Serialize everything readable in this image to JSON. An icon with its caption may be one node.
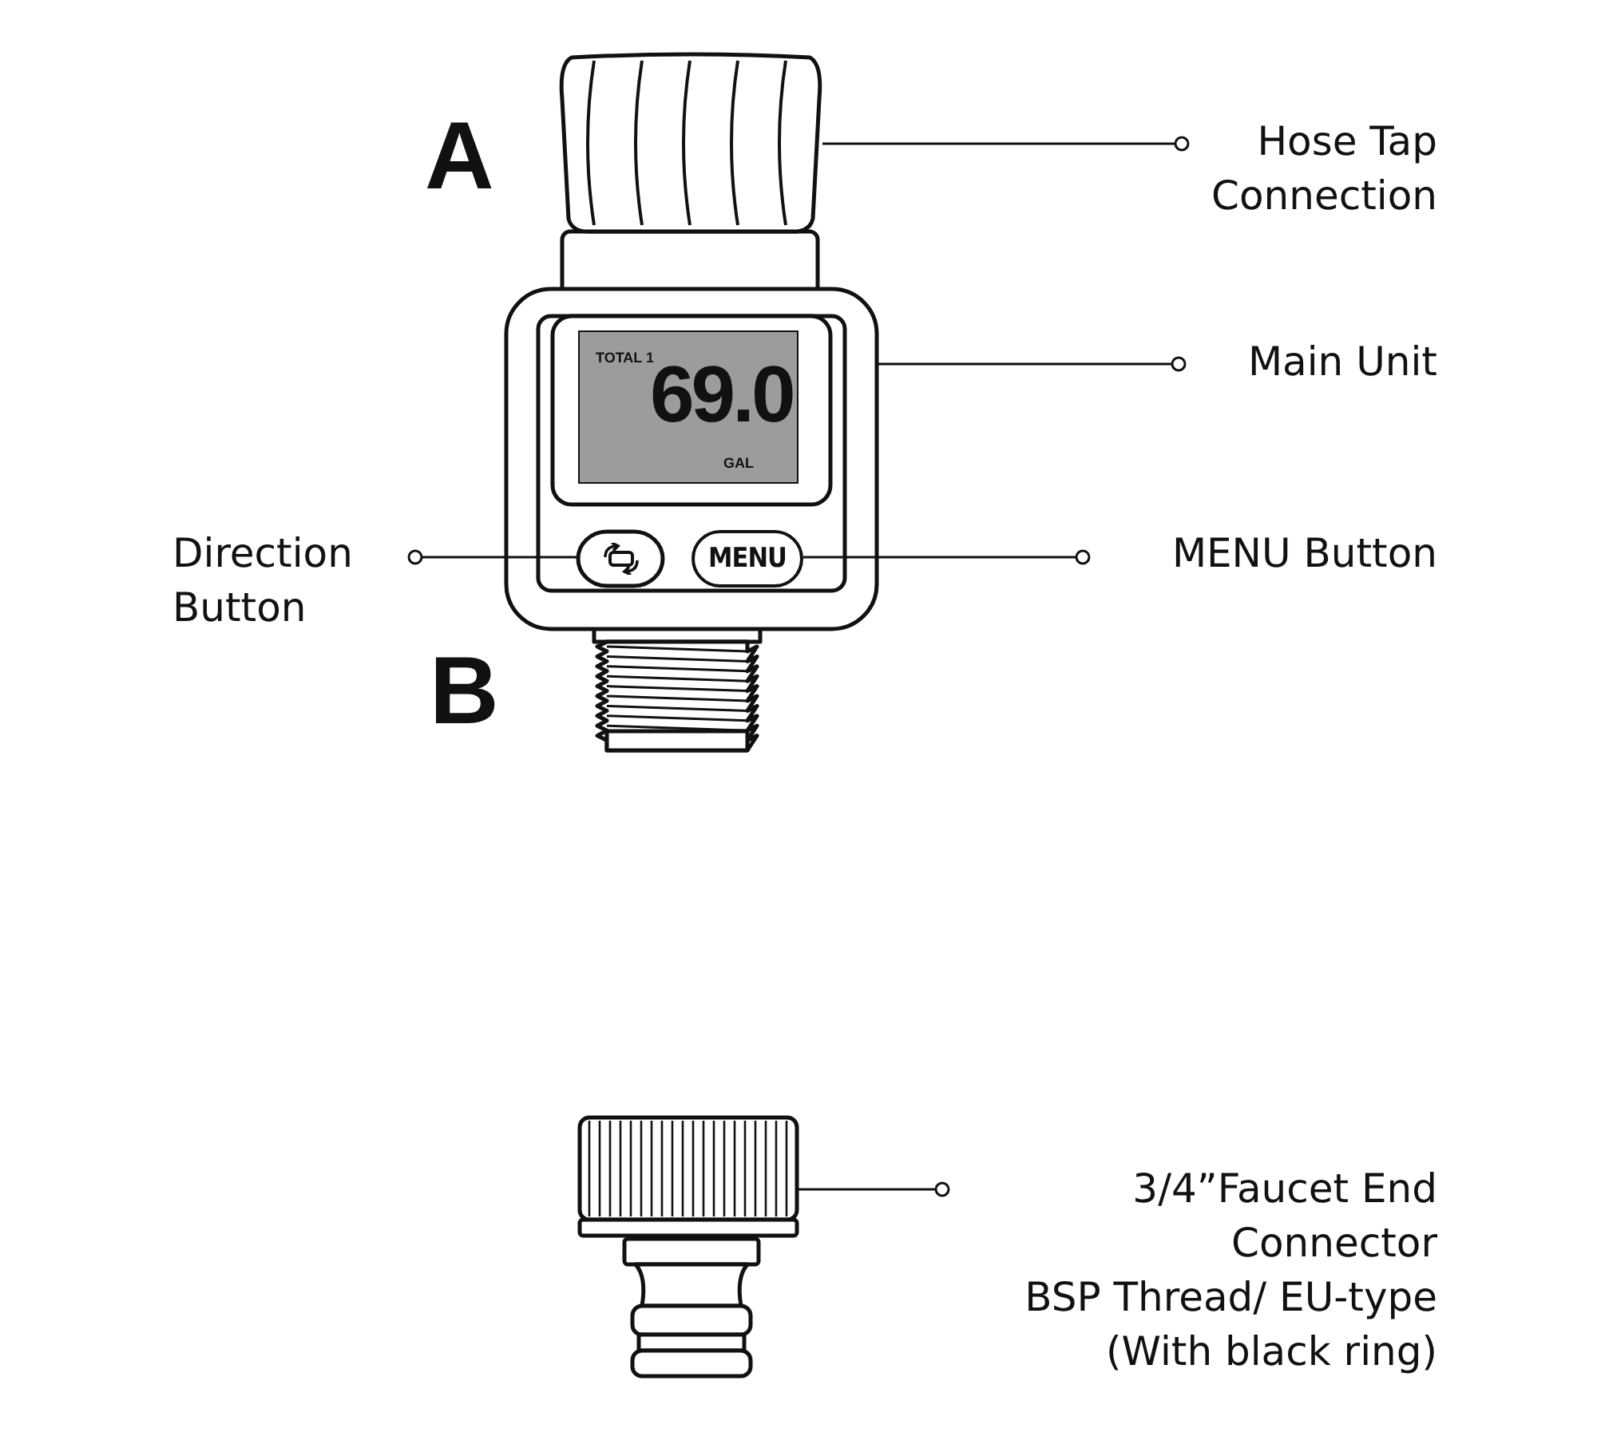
{
  "diagram": {
    "nodes": [
      {
        "text": [
          "Hose Tap Connection"
        ]
      },
      {
        "text": [],
        "shape": "cylinder"
      },
      {
        "text": [
          "Main Unit"
        ]
      },
      {
        "text": [],
        "shape": "box"
      },
      {
        "text": [
          "Direction Button"
        ]
      },
      {
        "text": [],
        "shape": "box",
        "in": 3
      },
      {
        "text": [
          "MENU Button"
        ]
      },
      {
        "text": [
          "MENU"
        ],
        "in": 3
      },
      {
        "text": [
          "3/4”Faucet End Connector",
          "BSP Thread/ EU-type (With black ring)"
        ]
      },
      {
        "text": [],
        "shape": "cylinder"
      }
    ],
    "edges": [
      {
        "from": 0,
        "to": 1,
        "arrow": "other"
      },
      {
        "from": 2,
        "to": 3,
        "arrow": "other"
      },
      {
        "from": 4,
        "to": 5,
        "arrow": "other"
      },
      {
        "from": 6,
        "to": 7,
        "arrow": "other"
      },
      {
        "from": 8,
        "to": 9,
        "arrow": "other"
      }
    ],
    "labels": [
      "A",
      "TOTAL 1",
      "69.0",
      "GAL",
      "B"
    ]
  }
}
